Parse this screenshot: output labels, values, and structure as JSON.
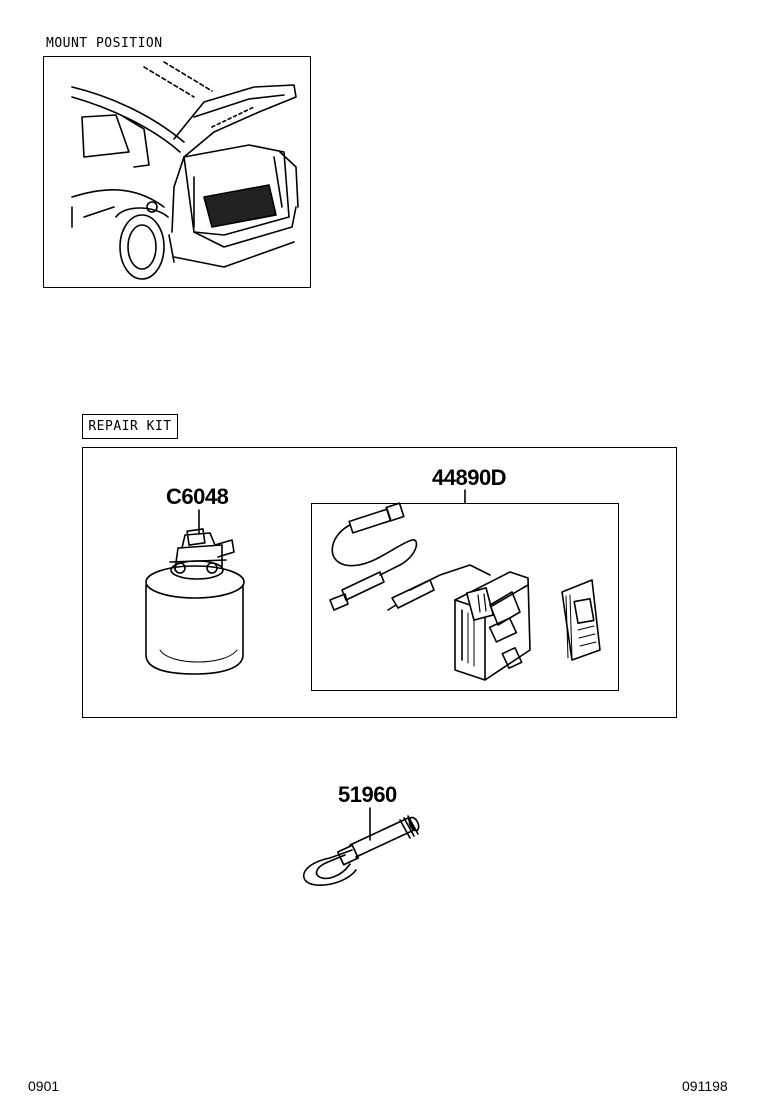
{
  "mount_position": {
    "title": "MOUNT POSITION"
  },
  "repair_kit": {
    "label": "REPAIR KIT",
    "parts": [
      {
        "number": "C6048"
      },
      {
        "number": "44890D"
      }
    ]
  },
  "tow_hook": {
    "number": "51960"
  },
  "footer": {
    "left": "0901",
    "right": "091198"
  }
}
